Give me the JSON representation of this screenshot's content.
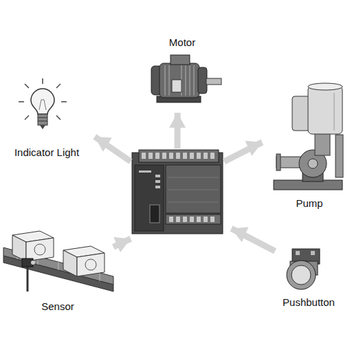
{
  "diagram": {
    "nodes": [
      {
        "text": [
          "Motor"
        ]
      },
      {
        "text": [
          "Indicator Light"
        ]
      },
      {
        "text": [
          "Pump"
        ]
      },
      {
        "text": []
      },
      {
        "text": [
          "Sensor"
        ]
      },
      {
        "text": [
          "Pushbutton"
        ]
      }
    ],
    "edges": [
      {
        "from": 3,
        "to": 0,
        "arrow": "to"
      },
      {
        "from": 3,
        "to": 1,
        "arrow": "to"
      },
      {
        "from": 3,
        "to": 2,
        "arrow": "to"
      },
      {
        "from": 4,
        "to": 3,
        "arrow": "to"
      },
      {
        "from": 5,
        "to": 3,
        "arrow": "to"
      }
    ]
  }
}
